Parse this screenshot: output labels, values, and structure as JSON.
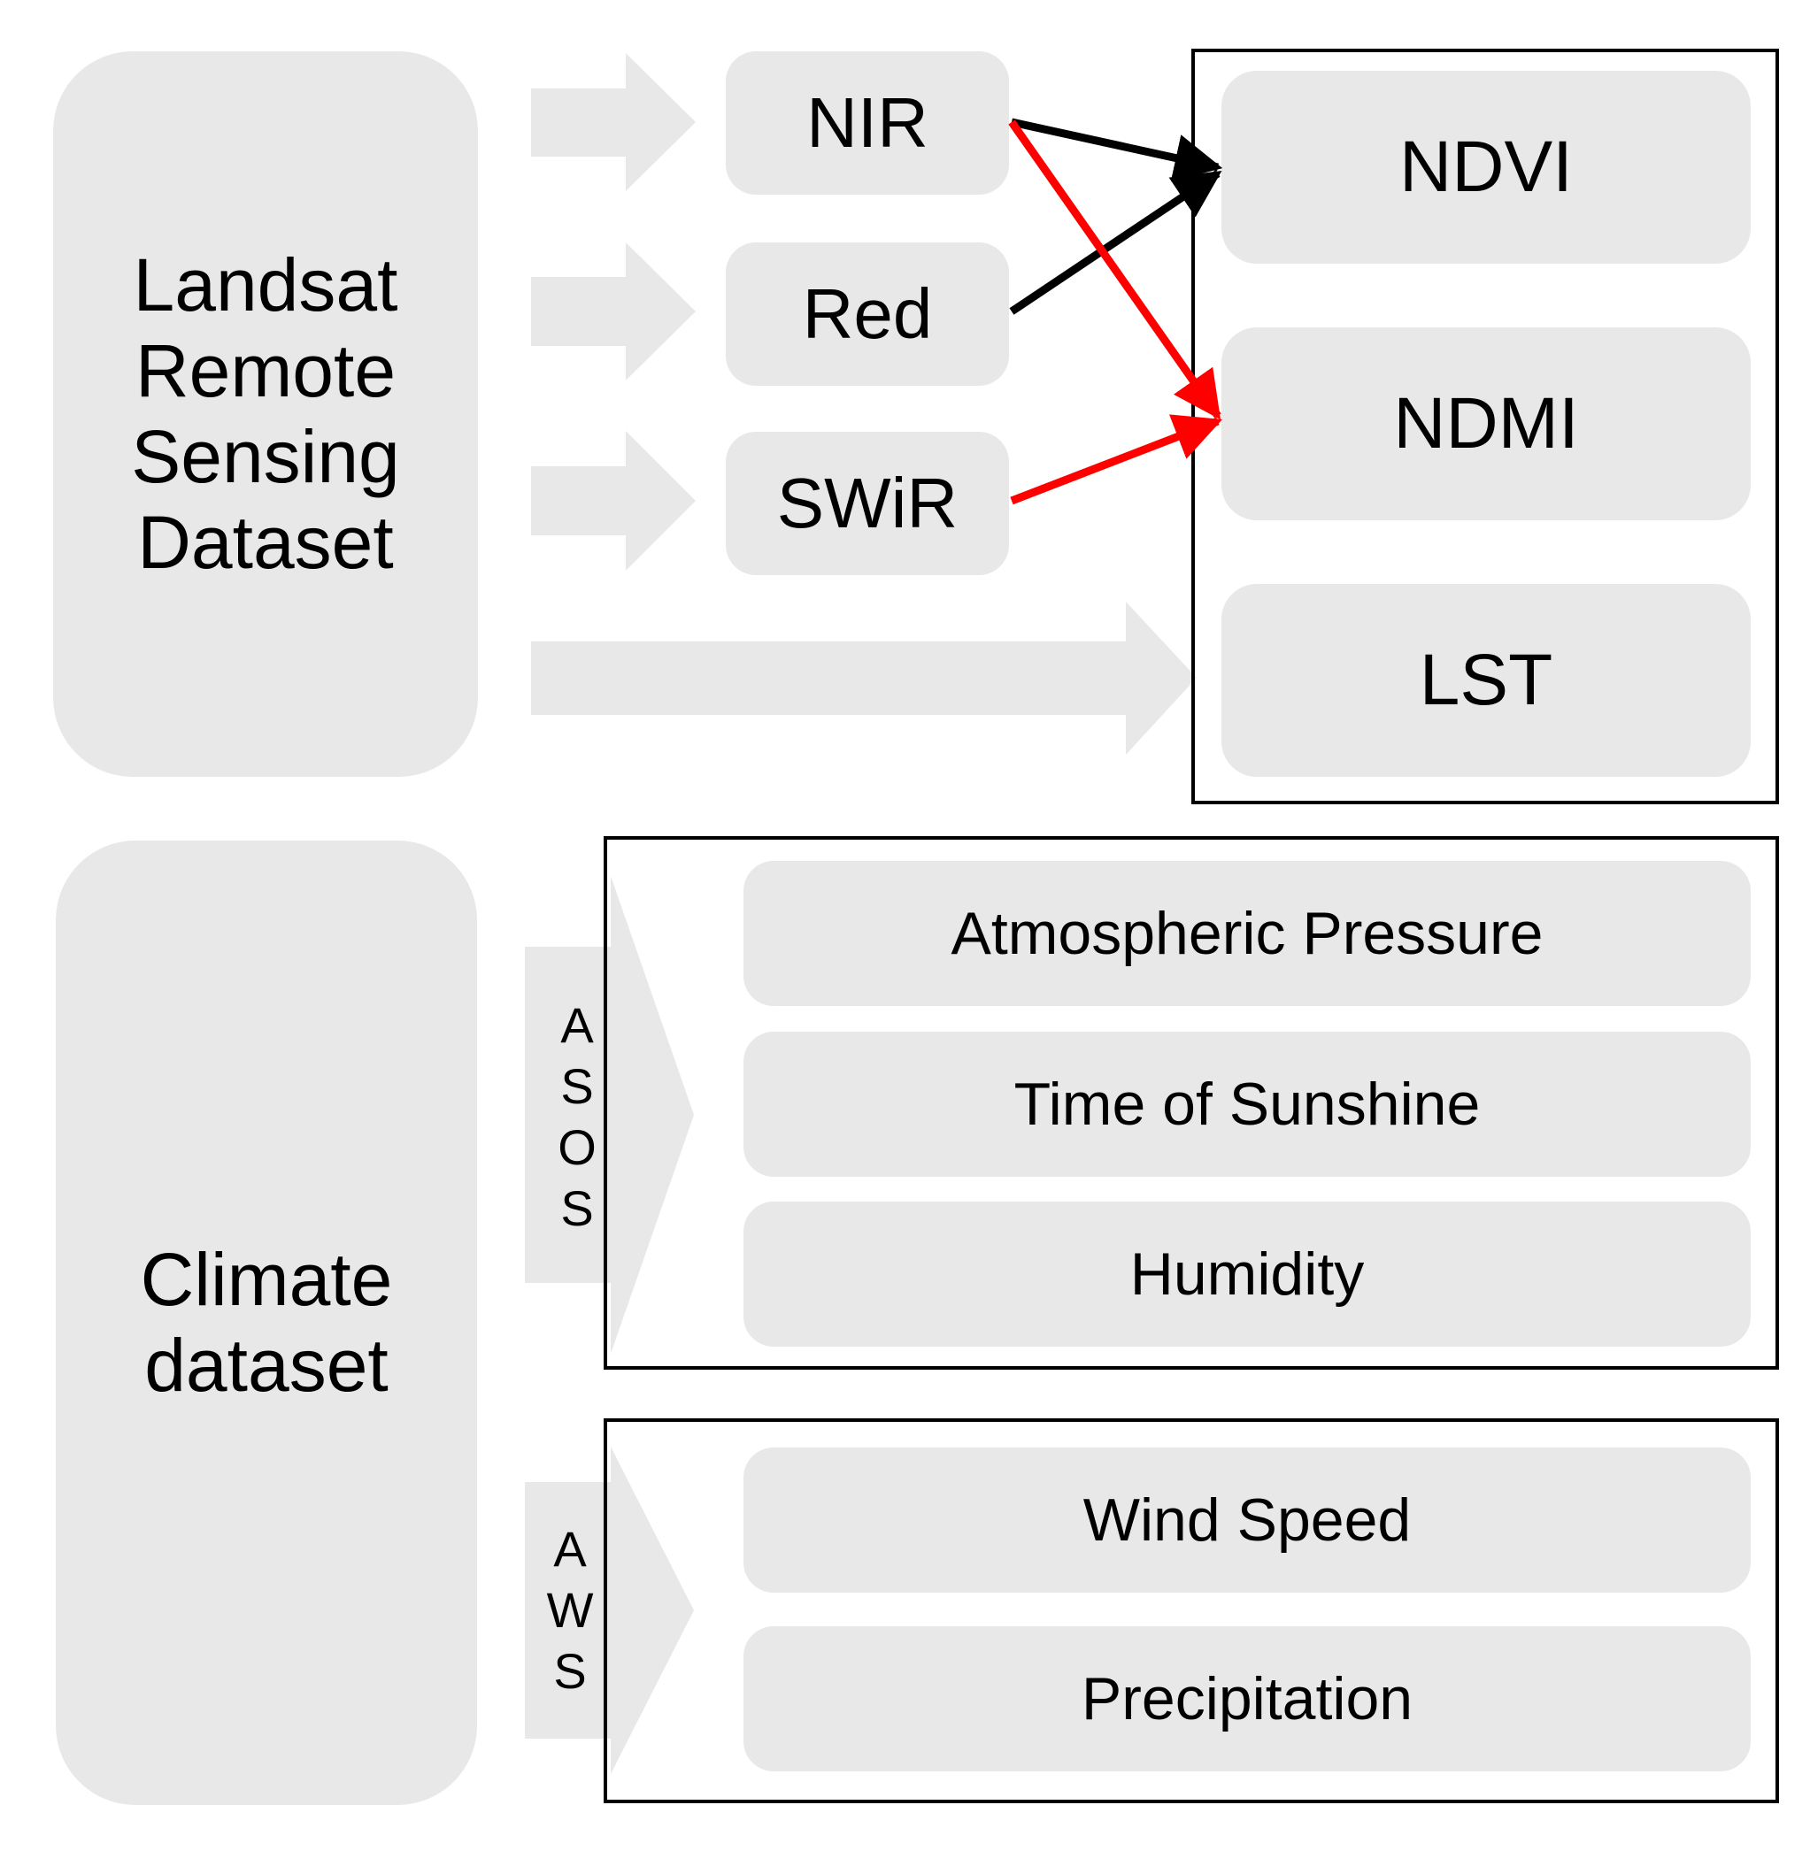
{
  "sources": {
    "landsat": "Landsat\nRemote\nSensing\nDataset",
    "climate": "Climate\ndataset"
  },
  "bands": {
    "nir": "NIR",
    "red": "Red",
    "swir": "SWiR"
  },
  "indices": {
    "ndvi": "NDVI",
    "ndmi": "NDMI",
    "lst": "LST"
  },
  "stations": {
    "asos": "A\nS\nO\nS",
    "aws": "A\nW\nS"
  },
  "asos_vars": [
    "Atmospheric Pressure",
    "Time of Sunshine",
    "Humidity"
  ],
  "aws_vars": [
    "Wind Speed",
    "Precipitation"
  ],
  "colors": {
    "box": "#e8e8e8",
    "arrow_fill": "#e8e8e8",
    "ndvi_link": "#000000",
    "ndmi_link": "#ff0000"
  }
}
